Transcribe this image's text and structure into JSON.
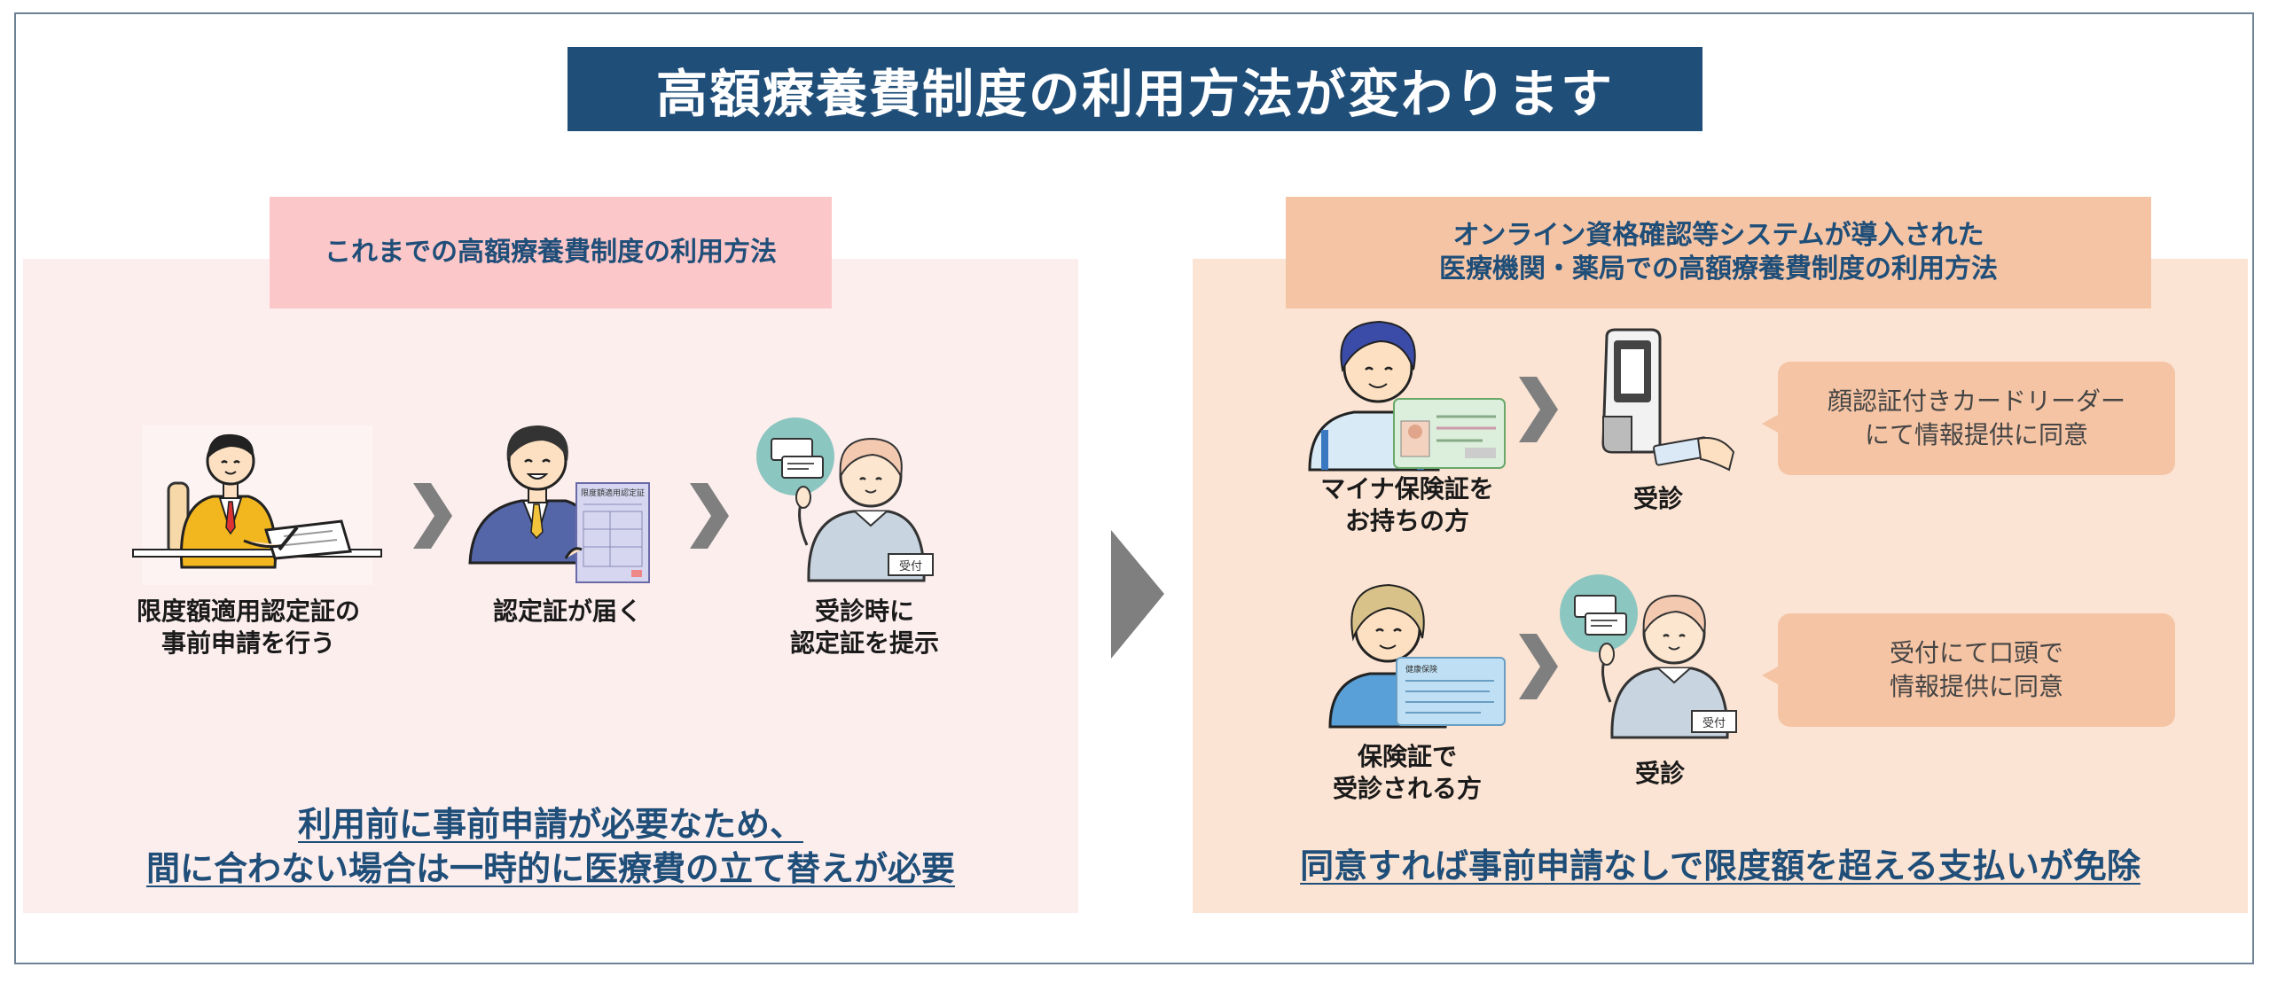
{
  "title": "高額療養費制度の利用方法が変わります",
  "left": {
    "tab": "これまでの高額療養費制度の利用方法",
    "steps": [
      {
        "label": "限度額適用認定証の\n事前申請を行う"
      },
      {
        "label": "認定証が届く"
      },
      {
        "label": "受診時に\n認定証を提示"
      }
    ],
    "summary_line1": "利用前に事前申請が必要なため、",
    "summary_line2": "間に合わない場合は一時的に医療費の立て替えが必要",
    "card_heading": "限度額適用認定証",
    "counter_sign": "受付"
  },
  "right": {
    "tab_line1": "オンライン資格確認等システムが導入された",
    "tab_line2": "医療機関・薬局での高額療養費制度の利用方法",
    "row1": {
      "person_label": "マイナ保険証を\nお持ちの方",
      "action_label": "受診",
      "bubble": "顔認証付きカードリーダー\nにて情報提供に同意"
    },
    "row2": {
      "person_label": "保険証で\n受診される方",
      "action_label": "受診",
      "bubble": "受付にて口頭で\n情報提供に同意"
    },
    "card_heading": "健康保険",
    "summary": "同意すれば事前申請なしで限度額を超える支払いが免除"
  },
  "colors": {
    "navy": "#1f4e79",
    "left_panel": "#fdeeee",
    "left_tab": "#fcc7c8",
    "right_panel": "#fbe4d4",
    "right_tab": "#f5c4a4",
    "chevron": "#7f7f7f"
  }
}
